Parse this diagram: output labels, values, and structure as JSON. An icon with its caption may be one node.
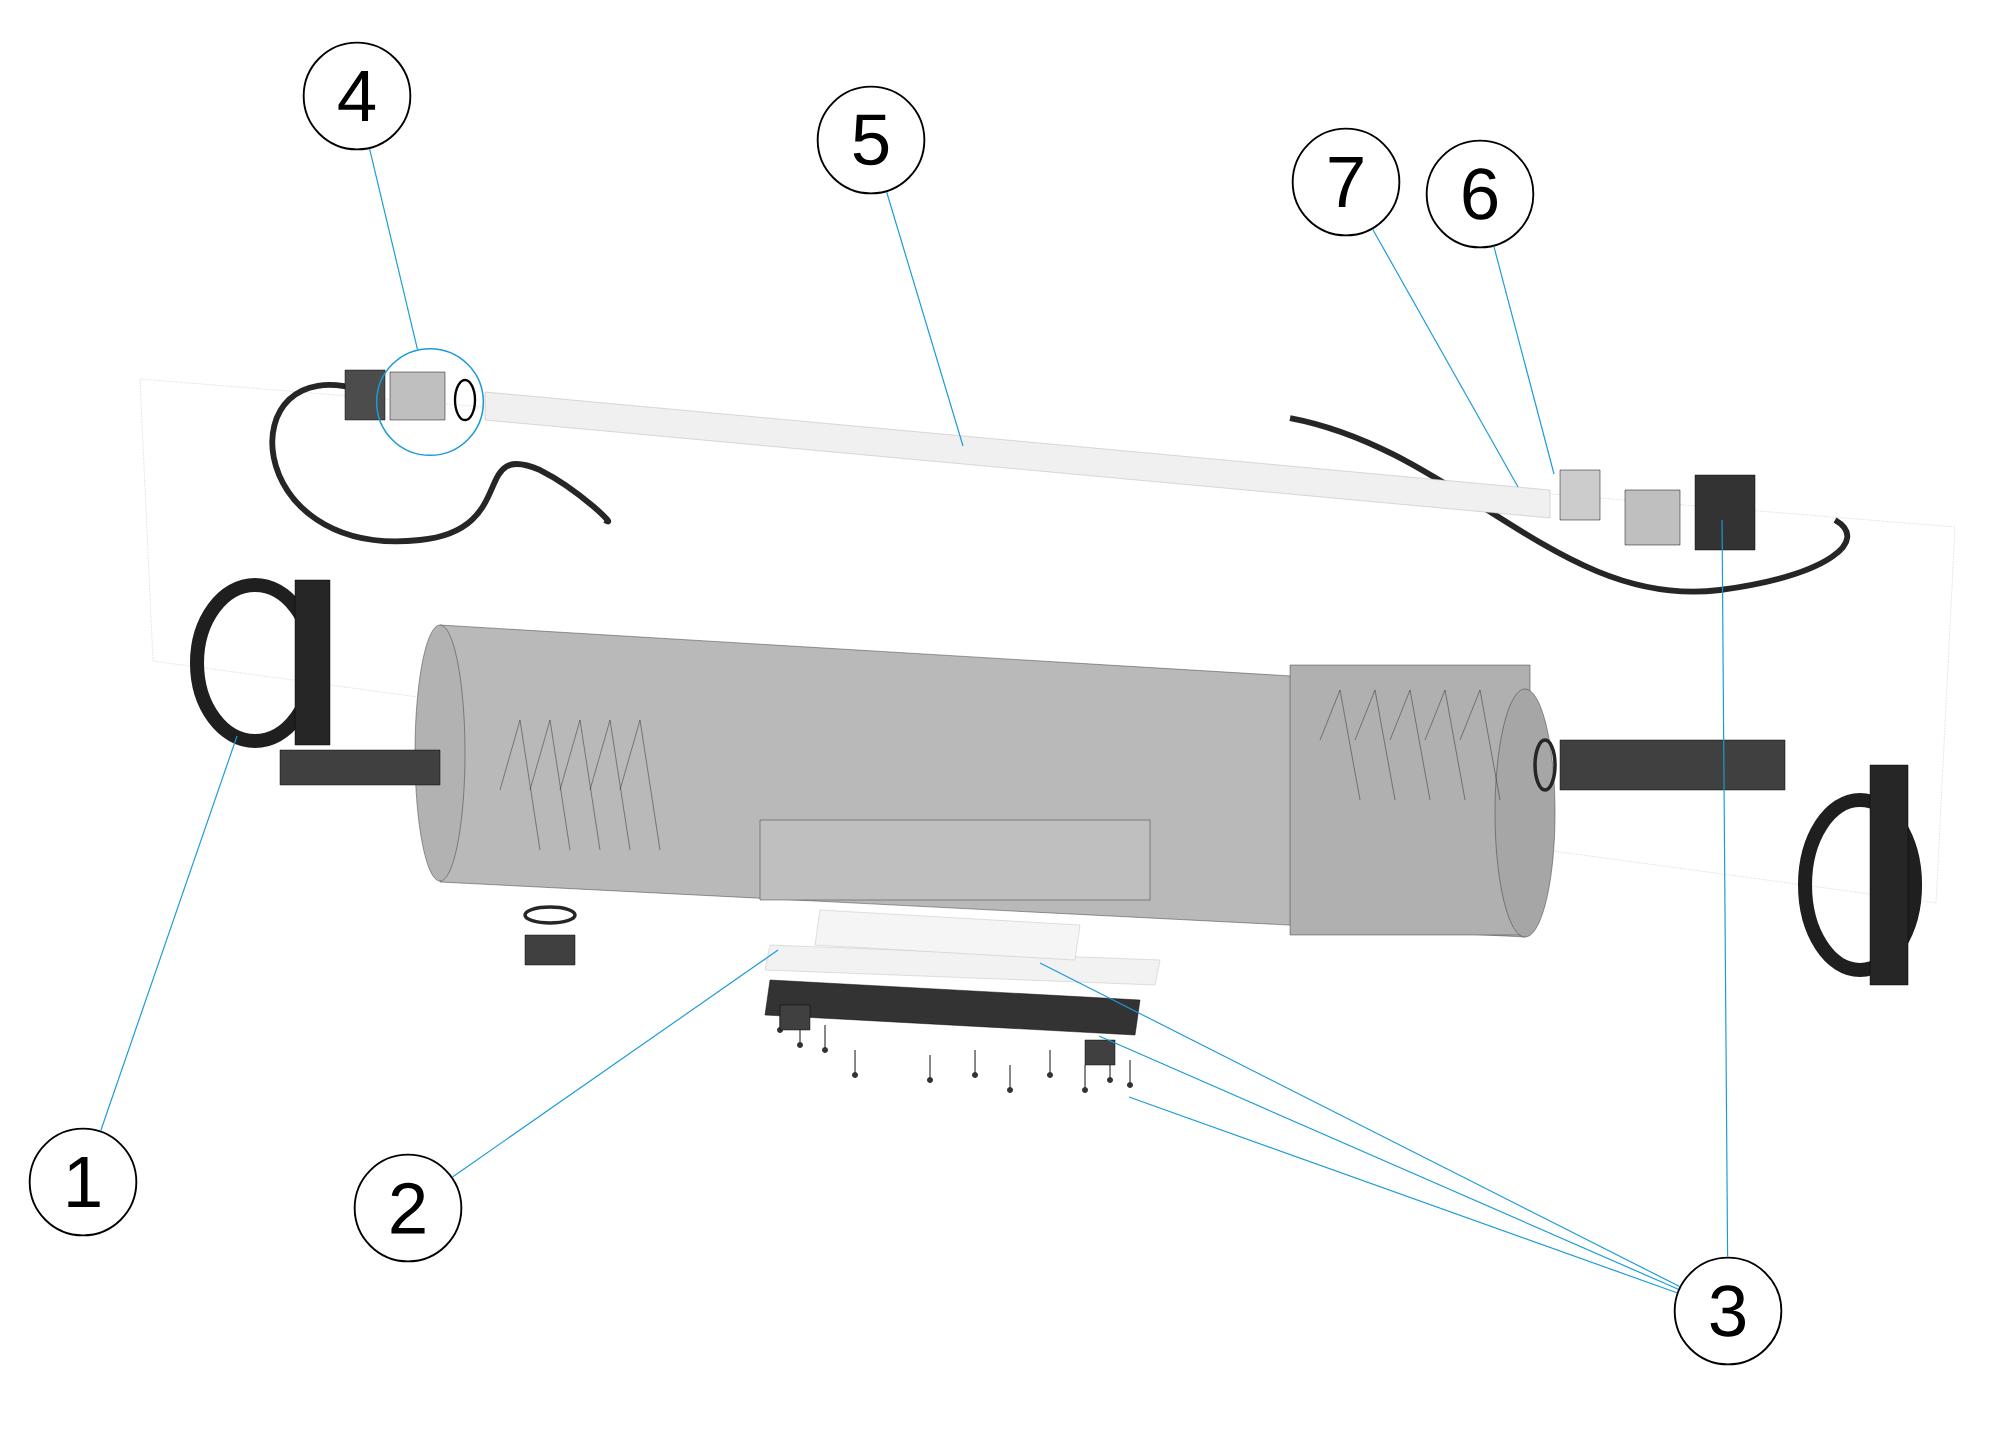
{
  "diagram": {
    "nodes": [
      {
        "text": [
          "1"
        ]
      },
      {
        "text": [
          "2"
        ]
      },
      {
        "text": [
          "3"
        ]
      },
      {
        "text": [
          "4"
        ]
      },
      {
        "text": [
          "5"
        ]
      },
      {
        "text": [
          "6"
        ]
      },
      {
        "text": [
          "7"
        ]
      },
      {
        "text": [],
        "shape": "circle"
      }
    ],
    "edges": [
      {
        "from": 0,
        "to": null,
        "arrow": "none"
      },
      {
        "from": 1,
        "to": null,
        "arrow": "none"
      },
      {
        "from": 2,
        "to": null,
        "arrow": "none"
      },
      {
        "from": 2,
        "to": null,
        "arrow": "none"
      },
      {
        "from": 2,
        "to": null,
        "arrow": "none"
      },
      {
        "from": 2,
        "to": null,
        "arrow": "none"
      },
      {
        "from": 3,
        "to": 7,
        "arrow": "none"
      },
      {
        "from": 4,
        "to": null,
        "arrow": "none"
      },
      {
        "from": 5,
        "to": null,
        "arrow": "none"
      },
      {
        "from": 6,
        "to": null,
        "arrow": "none"
      }
    ]
  }
}
